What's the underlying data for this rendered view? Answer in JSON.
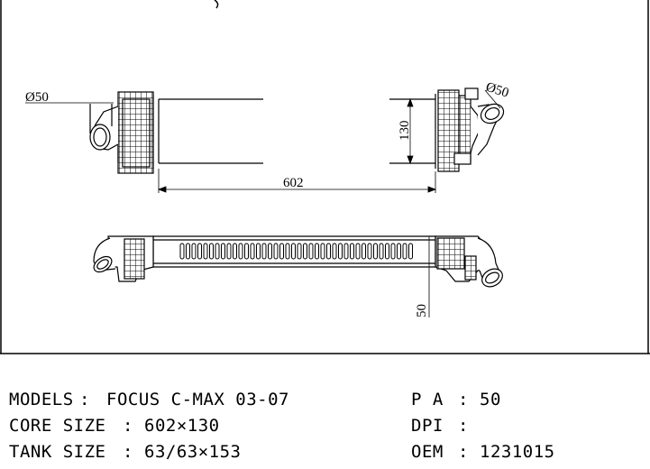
{
  "drawing": {
    "dim_inlet": "Ø50",
    "dim_outlet": "Ø50",
    "dim_length": "602",
    "dim_height": "130",
    "dim_thickness": "50"
  },
  "specs": {
    "models_label": "MODELS",
    "models_value": "FOCUS C-MAX 03-07",
    "core_label": "CORE SIZE",
    "core_value": "602×130",
    "tank_label": "TANK SIZE",
    "tank_value": "63/63×153",
    "pa_label": "P A",
    "pa_value": "50",
    "dpi_label": "DPI",
    "dpi_value": "",
    "oem_label": "OEM",
    "oem_value": "1231015",
    "separator": ":"
  }
}
